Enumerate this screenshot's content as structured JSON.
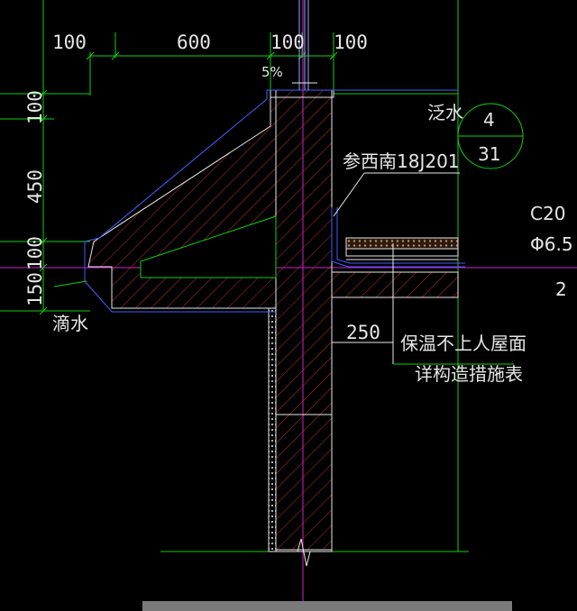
{
  "dimensions": {
    "top": [
      "100",
      "600",
      "100",
      "100"
    ],
    "left": [
      "100",
      "450",
      "100",
      "150"
    ]
  },
  "labels": {
    "slope": "5%",
    "flashing": "泛水",
    "reference": "参西南18J201",
    "drip": "滴水",
    "wall_thickness": "250",
    "roof_note_1": "保温不上人屋面",
    "roof_note_2": "详构造措施表",
    "right_1": "C20",
    "right_2": "Φ6.5",
    "right_3": "2"
  },
  "detail_callout": {
    "number": "4",
    "sheet": "31"
  },
  "colors": {
    "background": "#000000",
    "dimension": "#10d010",
    "outline": "#e8e8e8",
    "axis": "#d020d0",
    "membrane": "#4060ff",
    "hatch": "#c03030"
  }
}
